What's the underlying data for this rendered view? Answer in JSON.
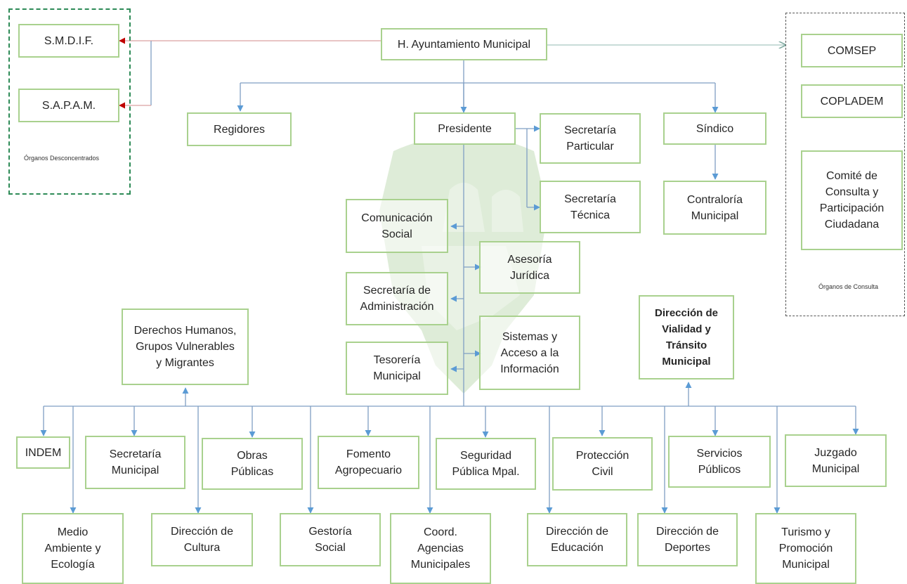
{
  "nodes": {
    "ayuntamiento": "H. Ayuntamiento Municipal",
    "smdif": "S.M.D.I.F.",
    "sapam": "S.A.P.A.M.",
    "comsep": "COMSEP",
    "coplademn": "COPLADEM",
    "comite": "Comité de\nConsulta y\nParticipación\nCiudadana",
    "regidores": "Regidores",
    "presidente": "Presidente",
    "sec_particular": "Secretaría\nParticular",
    "sec_tecnica": "Secretaría\nTécnica",
    "sindico": "Síndico",
    "contraloria": "Contraloría\nMunicipal",
    "comunicacion": "Comunicación\nSocial",
    "asesoria": "Asesoría\nJurídica",
    "sec_admin": "Secretaría de\nAdministración",
    "sistemas": "Sistemas y\nAcceso a la\nInformación",
    "tesoreria": "Tesorería\nMunicipal",
    "derechos": "Derechos Humanos,\nGrupos Vulnerables\ny Migrantes",
    "vialidad": "Dirección de\nVialidad      y\nTránsito\nMunicipal",
    "indem": "INDEM",
    "sec_municipal": "Secretaría\nMunicipal",
    "obras": "Obras\nPúblicas",
    "fomento": "Fomento\nAgropecuario",
    "seguridad": "Seguridad\nPública Mpal.",
    "proteccion": "Protección\nCivil",
    "servicios": "Servicios\nPúblicos",
    "juzgado": "Juzgado\nMunicipal",
    "medio_ambiente": "Medio\nAmbiente y\nEcología",
    "cultura": "Dirección de\nCultura",
    "gestoria": "Gestoría\nSocial",
    "coord": "Coord.\nAgencias\nMunicipales",
    "educacion": "Dirección de\nEducación",
    "deportes": "Dirección de\nDeportes",
    "turismo": "Turismo y\nPromoción\nMunicipal"
  },
  "groups": {
    "left_caption": "Órganos Desconcentrados",
    "right_caption": "Órganos de Consulta"
  },
  "colors": {
    "box_border": "#a9d18e",
    "connector": "#7f9fc3",
    "arrow": "#5b9bd5",
    "left_connector": "#c0504d",
    "left_group_border": "#2e8b57",
    "watermark": "#6aa84f"
  }
}
